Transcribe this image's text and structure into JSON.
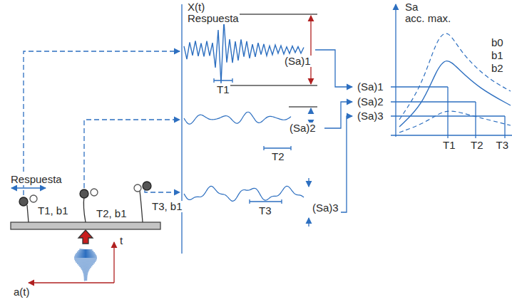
{
  "diagram": {
    "labels": [
      "X(t)",
      "Respuesta",
      "Sa",
      "acc. max.",
      "(Sa)1",
      "T1",
      "(Sa)2",
      "T2",
      "(Sa)3",
      "T3",
      "(Sa)1",
      "(Sa)2",
      "(Sa)3",
      "b0",
      "b1",
      "b2",
      "T1",
      "T2",
      "T3",
      "Respuesta",
      "T1, b1",
      "T2, b1",
      "T3, b1",
      "t",
      "a(t)"
    ]
  }
}
